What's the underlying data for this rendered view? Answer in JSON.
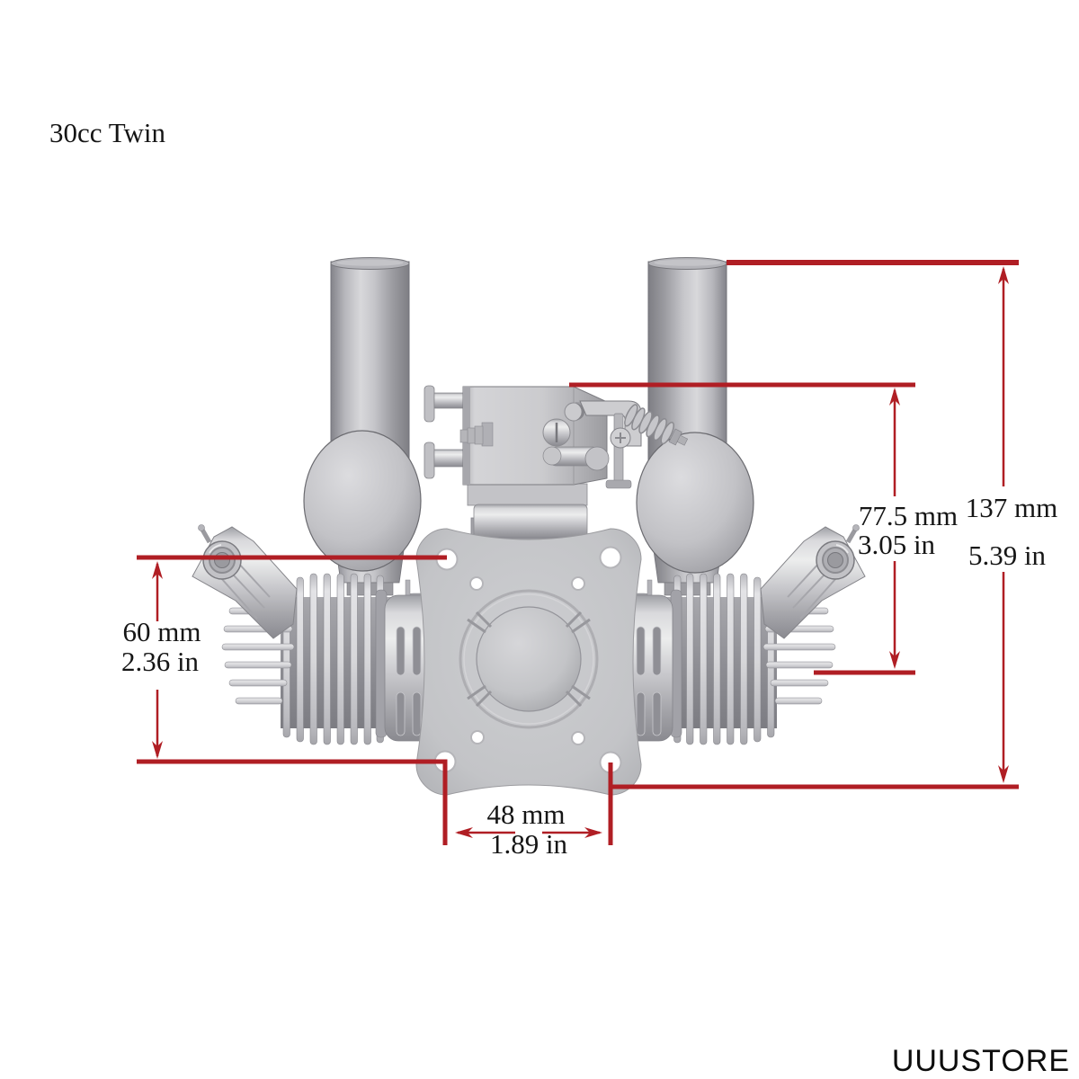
{
  "title": "30cc Twin",
  "watermark": "UUUSTORE",
  "colors": {
    "dimension_red": "#b01e24",
    "label_text": "#151515",
    "background": "#ffffff"
  },
  "dimensions": {
    "overall_height": {
      "mm": "137 mm",
      "inch": "5.39 in"
    },
    "carb_to_crank_height": {
      "mm": "77.5 mm",
      "inch": "3.05 in"
    },
    "cylinder_height": {
      "mm": "60 mm",
      "inch": "2.36 in"
    },
    "mount_hole_spacing": {
      "mm": "48 mm",
      "inch": "1.89 in"
    }
  }
}
